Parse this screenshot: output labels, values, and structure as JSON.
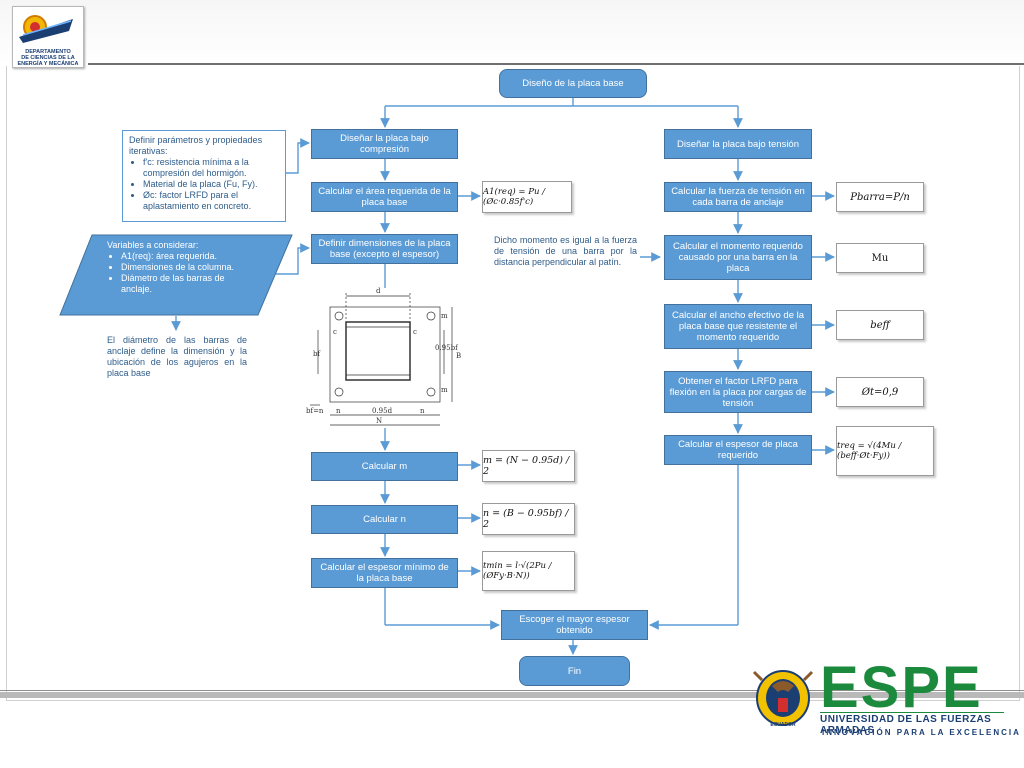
{
  "header": {
    "logo_lines": [
      "DEPARTAMENTO",
      "DE CIENCIAS DE LA",
      "ENERGÍA Y MECÁNICA"
    ]
  },
  "flow": {
    "start": "Diseño de la placa base",
    "compression_branch": "Diseñar la placa bajo compresión",
    "tension_branch": "Diseñar la placa bajo tensión",
    "calc_area": "Calcular el área requerida de la placa base",
    "define_dims": "Definir dimensiones de la placa base (excepto el espesor)",
    "calc_m": "Calcular m",
    "calc_n": "Calcular n",
    "calc_tmin": "Calcular el espesor mínimo de la placa base",
    "calc_tension_force": "Calcular la fuerza de tensión en cada barra de anclaje",
    "calc_moment": "Calcular el momento requerido causado por una barra en la placa",
    "calc_beff": "Calcular el ancho efectivo de la placa base que resistente el momento requerido",
    "get_lrfd": "Obtener el factor LRFD para flexión en la placa por cargas de tensión",
    "calc_treq": "Calcular el espesor de placa requerido",
    "choose": "Escoger el mayor espesor obtenido",
    "end": "Fin"
  },
  "formulas": {
    "area": "A1(req) = Pu / (Øc·0.85f'c)",
    "m": "m = (N − 0.95d) / 2",
    "n": "n = (B − 0.95bf) / 2",
    "tmin": "tmin = l·√(2Pu / (ØFy·B·N))",
    "pbarra": "Pbarra=P/n",
    "mu": "Mu",
    "beff": "beff",
    "phit": "Øt=0,9",
    "treq": "treq = √(4Mu / (beff·Øt·Fy))"
  },
  "notes": {
    "params_title": "Definir parámetros y propiedades iterativas:",
    "params_items": [
      "f'c: resistencia mínima a la compresión del hormigón.",
      "Material de la placa (Fu, Fy).",
      "Øc: factor LRFD para el aplastamiento en concreto."
    ],
    "vars_title": "Variables a considerar:",
    "vars_items": [
      "A1(req): área requerida.",
      "Dimensiones de la columna.",
      "Diámetro de las barras de anclaje."
    ],
    "anchor_note": "El diámetro de las barras de anclaje define la dimensión y la ubicación de los agujeros en la placa base",
    "moment_note": "Dicho momento es igual a la fuerza de tensión de una barra por la distancia perpendicular al patín."
  },
  "drawing": {
    "labels": {
      "d": "d",
      "bf": "bf",
      "B": "B",
      "N": "N",
      "n": "n",
      "m": "m",
      "c": "c",
      "d95": "0.95d",
      "bf95": "0.95bf",
      "bfn": "bf=n"
    }
  },
  "footer": {
    "brand": "ESPE",
    "line1": "UNIVERSIDAD DE LAS FUERZAS ARMADAS",
    "line2": "INNOVACIÓN PARA LA EXCELENCIA",
    "crest": "ECUADOR"
  },
  "colors": {
    "box": "#5b9bd5",
    "box_border": "#41719c",
    "arrow": "#5b9bd5",
    "brand_green": "#1c8a3c",
    "brand_blue": "#1b3e73"
  }
}
